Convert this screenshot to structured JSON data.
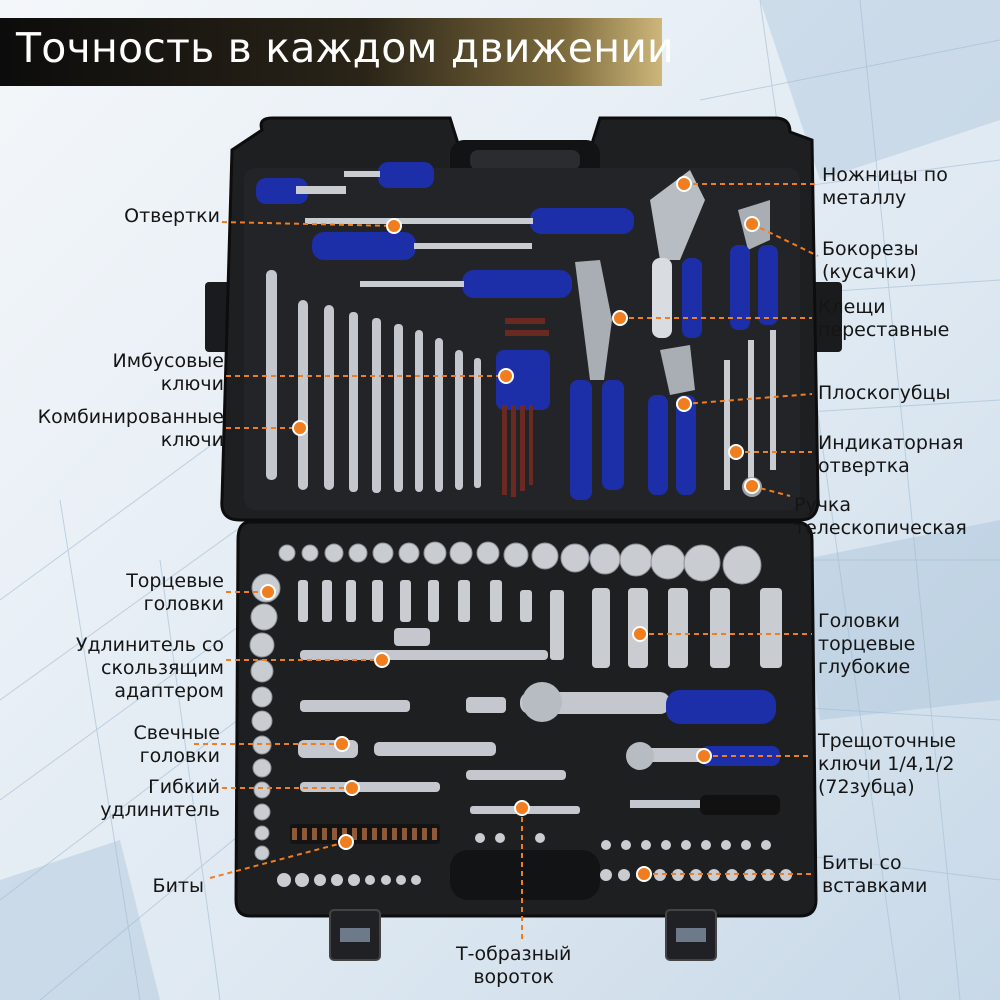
{
  "title": "Точность в каждом движении",
  "colors": {
    "accent": "#f07d1e",
    "case": "#1e1f21",
    "tool_blue": "#1d2fa8",
    "title_gold": "#cdb67a"
  },
  "labels": {
    "screwdrivers": [
      "Отвертки"
    ],
    "hex_keys": [
      "Имбусовые",
      "ключи"
    ],
    "combo_wrenches": [
      "Комбинированные",
      "ключи"
    ],
    "sockets": [
      "Торцевые",
      "головки"
    ],
    "extension": [
      "Удлинитель со",
      "скользящим",
      "адаптером"
    ],
    "spark_sockets": [
      "Свечные",
      "головки"
    ],
    "flex_extension": [
      "Гибкий",
      "удлинитель"
    ],
    "bits": [
      "Биты"
    ],
    "t_handle": [
      "Т-образный",
      "вороток"
    ],
    "metal_shears": [
      "Ножницы по",
      "металлу"
    ],
    "side_cutters": [
      "Бокорезы",
      "(кусачки)"
    ],
    "adjustable_pliers": [
      "Клещи",
      "переставные"
    ],
    "pliers": [
      "Плоскогубцы"
    ],
    "indicator_screwdriver": [
      "Индикаторная",
      "отвертка"
    ],
    "telescopic_handle": [
      "Ручка",
      "телескопическая"
    ],
    "deep_sockets": [
      "Головки",
      "торцевые",
      "глубокие"
    ],
    "ratchets": [
      "Трещоточные",
      "ключи 1/4,1/2",
      "(72зубца)"
    ],
    "insert_bits": [
      "Биты со",
      "вставками"
    ]
  }
}
